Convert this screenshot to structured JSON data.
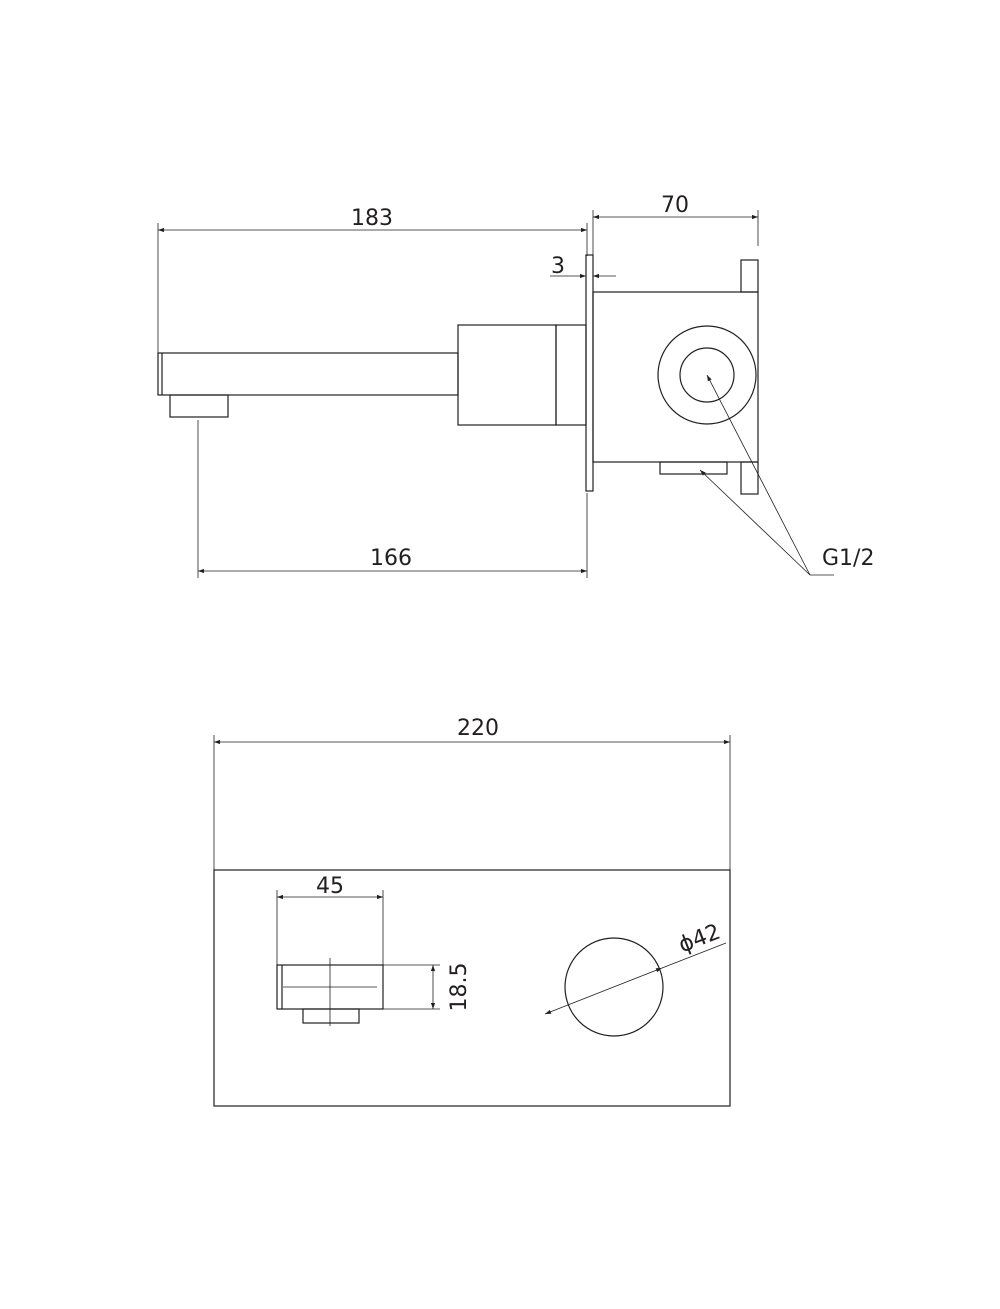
{
  "side_view": {
    "dim_overall_length": "183",
    "dim_spout_to_wall": "166",
    "dim_plate_thickness": "3",
    "dim_box_depth": "70",
    "thread_label": "G1/2"
  },
  "front_view": {
    "dim_plate_width": "220",
    "dim_spout_width": "45",
    "dim_spout_height": "18.5",
    "dim_handle_diameter": "ϕ42"
  },
  "colors": {
    "line": "#231f20",
    "background": "#ffffff"
  }
}
